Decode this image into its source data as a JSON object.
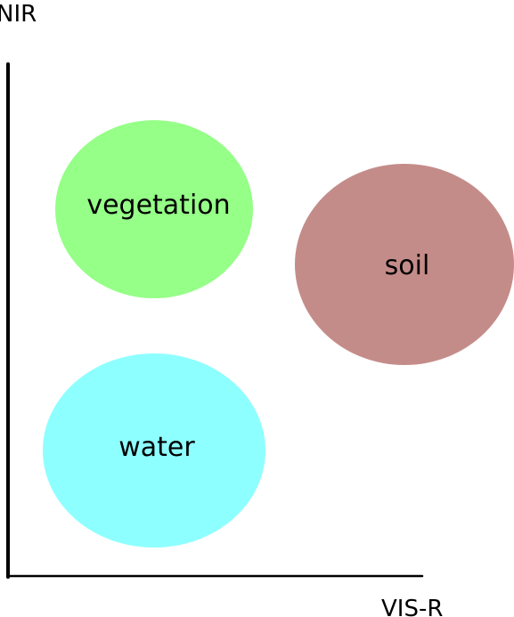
{
  "axes": {
    "y_label": "NIR",
    "x_label": "VIS-R",
    "line_color": "#000000"
  },
  "clusters": [
    {
      "id": "vegetation",
      "label": "vegetation",
      "color": "#95ff87"
    },
    {
      "id": "soil",
      "label": "soil",
      "color": "#c48c89"
    },
    {
      "id": "water",
      "label": "water",
      "color": "#8effff"
    }
  ]
}
